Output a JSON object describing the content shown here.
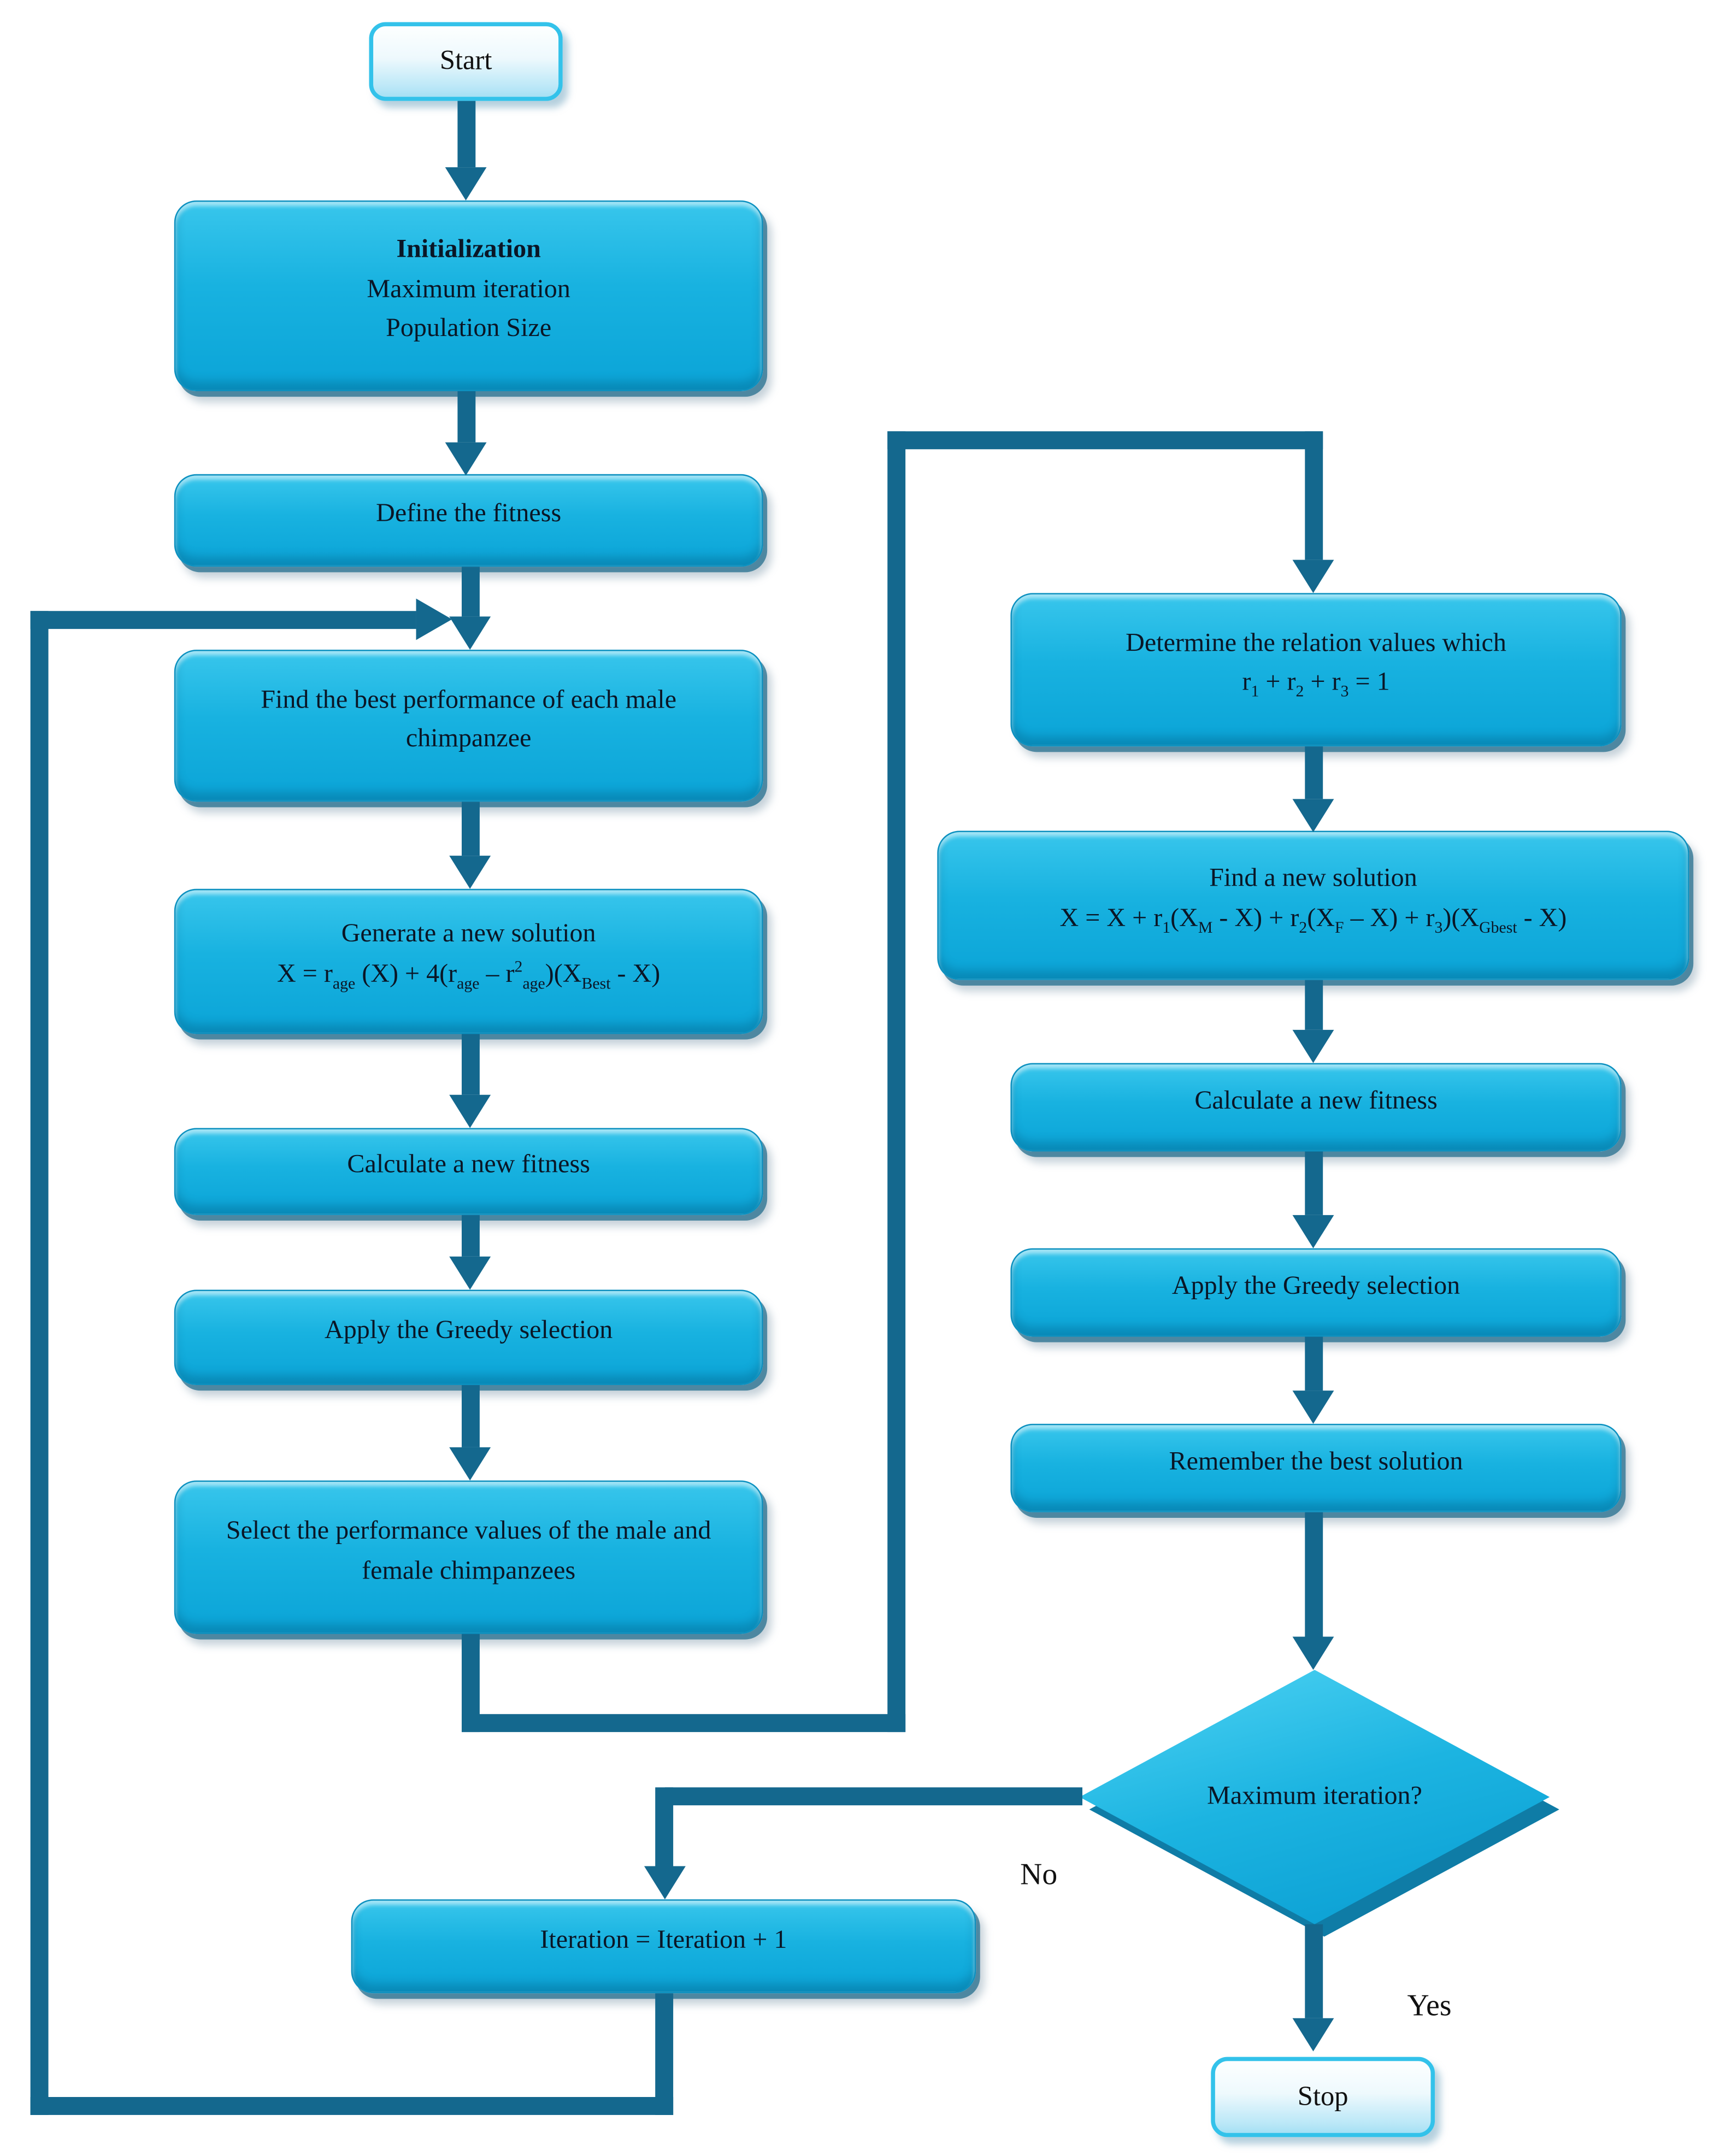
{
  "diagram": {
    "colors": {
      "fill_top": "#38c6ec",
      "fill_bottom": "#0ba4d7",
      "connector": "#14688e",
      "terminal_border": "#33c2ea",
      "text": "#0a1626"
    },
    "nodes": {
      "start": {
        "label": "Start"
      },
      "init": {
        "title": "Initialization",
        "line2": "Maximum iteration",
        "line3": "Population Size"
      },
      "define": {
        "label": "Define the fitness"
      },
      "find_best": {
        "label": "Find the best performance of each male chimpanzee"
      },
      "generate": {
        "title": "Generate a new solution",
        "formula": [
          {
            "t": "X = r"
          },
          {
            "t": "age",
            "s": "sub"
          },
          {
            "t": " (X) + 4(r"
          },
          {
            "t": "age",
            "s": "sub"
          },
          {
            "t": " – r"
          },
          {
            "t": "2",
            "s": "sup"
          },
          {
            "t": "age",
            "s": "sub"
          },
          {
            "t": ")(X"
          },
          {
            "t": "Best",
            "s": "sub"
          },
          {
            "t": " - X)"
          }
        ]
      },
      "calc_left": {
        "label": "Calculate a new fitness"
      },
      "greedy_left": {
        "label": "Apply the Greedy selection"
      },
      "select": {
        "label": "Select the performance values of the male and female chimpanzees"
      },
      "determine": {
        "title": "Determine the relation values which",
        "formula": [
          {
            "t": "r"
          },
          {
            "t": "1",
            "s": "sub"
          },
          {
            "t": " + r"
          },
          {
            "t": "2",
            "s": "sub"
          },
          {
            "t": " + r"
          },
          {
            "t": "3",
            "s": "sub"
          },
          {
            "t": " = 1"
          }
        ]
      },
      "find_new": {
        "title": "Find a new solution",
        "formula": [
          {
            "t": "X = X + r"
          },
          {
            "t": "1",
            "s": "sub"
          },
          {
            "t": "(X"
          },
          {
            "t": "M",
            "s": "sub"
          },
          {
            "t": " - X) + r"
          },
          {
            "t": "2",
            "s": "sub"
          },
          {
            "t": "(X"
          },
          {
            "t": "F",
            "s": "sub"
          },
          {
            "t": " – X) + r"
          },
          {
            "t": "3",
            "s": "sub"
          },
          {
            "t": ")(X"
          },
          {
            "t": "Gbest",
            "s": "sub"
          },
          {
            "t": " - X)"
          }
        ]
      },
      "calc_right": {
        "label": "Calculate a new fitness"
      },
      "greedy_right": {
        "label": "Apply the Greedy selection"
      },
      "remember": {
        "label": "Remember the best solution"
      },
      "decision": {
        "label": "Maximum iteration?"
      },
      "iteration": {
        "label": "Iteration = Iteration + 1"
      },
      "stop": {
        "label": "Stop"
      }
    },
    "edge_labels": {
      "no": "No",
      "yes": "Yes"
    }
  }
}
